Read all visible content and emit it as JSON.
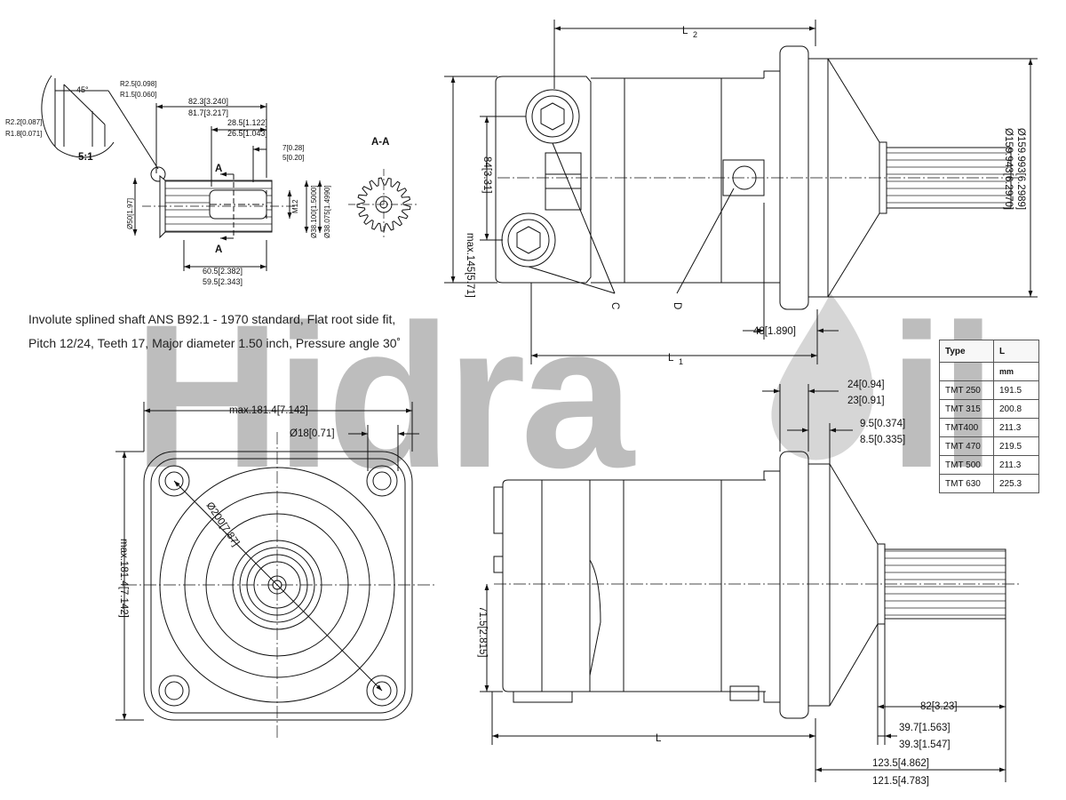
{
  "watermark": {
    "text": "Hidra",
    "tail": "il"
  },
  "shaft_note": {
    "line1": "Involute splined shaft ANS B92.1 - 1970 standard, Flat root side fit,",
    "line2": "Pitch 12/24, Teeth 17, Major diameter 1.50 inch, Pressure angle 30˚"
  },
  "detail": {
    "scale": "5:1",
    "angle": "45°",
    "r_top_a": "R2.5[0.098]",
    "r_top_b": "R1.5[0.060]",
    "r_left_a": "R2.2[0.087]",
    "r_left_b": "R1.8[0.071]"
  },
  "shaft_view": {
    "len_a": "82.3[3.240]",
    "len_b": "81.7[3.217]",
    "key_a": "28.5[1.122]",
    "key_b": "26.5[1.043]",
    "step_a": "7[0.28]",
    "step_b": "5[0.20]",
    "dia50": "Ø50[1.97]",
    "thread": "M12",
    "dia38a": "Ø38.100[1.5000]",
    "dia38b": "Ø38.075[1.4990]",
    "bot_a": "60.5[2.382]",
    "bot_b": "59.5[2.343]",
    "section_mark": "A",
    "section_title": "A-A"
  },
  "top_view": {
    "L2": "L",
    "L2_sub": "2",
    "L1": "L",
    "L1_sub": "1",
    "height145": "max.145[5.71]",
    "port84": "84[3.31]",
    "dia_a": "Ø159.993[6.2989]",
    "dia_b": "Ø159.943[6.2970]",
    "flange48": "48[1.890]",
    "label_c": "C",
    "label_d": "D"
  },
  "front_view": {
    "width": "max.181.4[7.142]",
    "height": "max.181.4[7.142]",
    "hole": "Ø18[0.71]",
    "pcd": "Ø200[7.87]"
  },
  "side_view": {
    "f24": "24[0.94]",
    "f23": "23[0.91]",
    "f95": "9.5[0.374]",
    "f85": "8.5[0.335]",
    "h715": "71.5[2.815]",
    "L": "L",
    "s82": "82[3.23]",
    "s397": "39.7[1.563]",
    "s393": "39.3[1.547]",
    "s1235": "123.5[4.862]",
    "s1215": "121.5[4.783]"
  },
  "table": {
    "header_type": "Type",
    "header_l": "L",
    "unit": "mm",
    "rows": [
      {
        "type": "TMT 250",
        "l": "191.5"
      },
      {
        "type": "TMT 315",
        "l": "200.8"
      },
      {
        "type": "TMT400",
        "l": "211.3"
      },
      {
        "type": "TMT 470",
        "l": "219.5"
      },
      {
        "type": "TMT 500",
        "l": "211.3"
      },
      {
        "type": "TMT 630",
        "l": "225.3"
      }
    ]
  }
}
